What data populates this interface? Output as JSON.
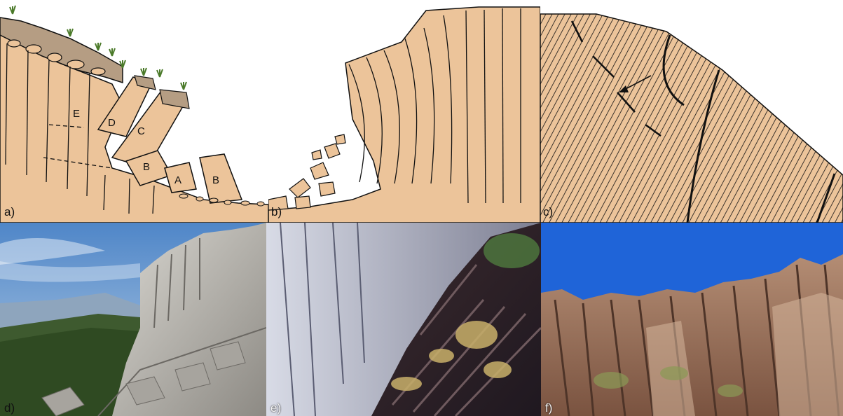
{
  "panels": {
    "a": {
      "label": "a)",
      "blocks": [
        {
          "id": "E",
          "label": "E"
        },
        {
          "id": "D",
          "label": "D"
        },
        {
          "id": "C",
          "label": "C"
        },
        {
          "id": "B1",
          "label": "B"
        },
        {
          "id": "A",
          "label": "A"
        },
        {
          "id": "B2",
          "label": "B"
        }
      ]
    },
    "b": {
      "label": "b)"
    },
    "c": {
      "label": "c)"
    },
    "d": {
      "label": "d)"
    },
    "e": {
      "label": "e)"
    },
    "f": {
      "label": "f)"
    }
  },
  "colors": {
    "rock_fill": "#ecc49a",
    "soil_fill": "#b59d83",
    "line": "#111111",
    "plant": "#4b7a2a",
    "sky_d": "#5f94cf",
    "sky_f": "#1f64d8"
  }
}
